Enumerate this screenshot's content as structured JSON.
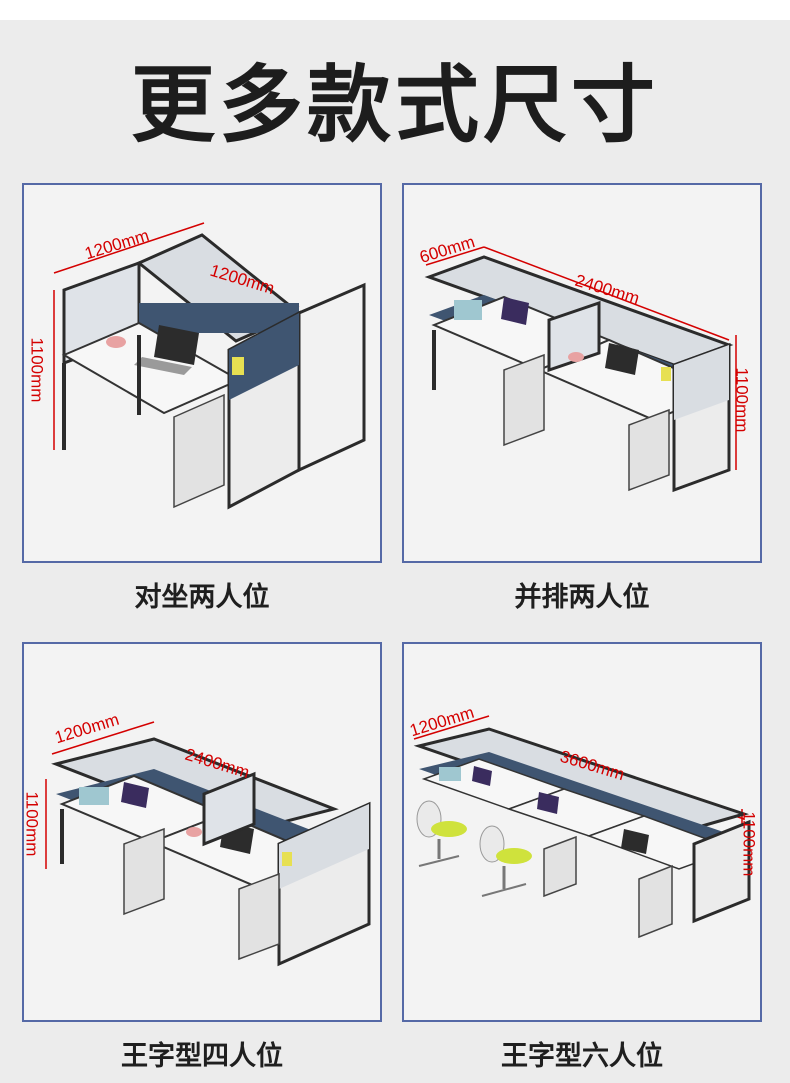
{
  "title": "更多款式尺寸",
  "colors": {
    "frame": "#5569a6",
    "dimension": "#d40000",
    "panel_blue": "#3f5571",
    "text": "#1d1d1d"
  },
  "panels": [
    {
      "caption": "对坐两人位",
      "dims": [
        "1200mm",
        "1200mm",
        "1100mm"
      ]
    },
    {
      "caption": "并排两人位",
      "dims": [
        "600mm",
        "2400mm",
        "1100mm"
      ]
    },
    {
      "caption": "王字型四人位",
      "dims": [
        "1200mm",
        "2400mm",
        "1100mm"
      ]
    },
    {
      "caption": "王字型六人位",
      "dims": [
        "1200mm",
        "3600mm",
        "1100mm"
      ]
    }
  ]
}
